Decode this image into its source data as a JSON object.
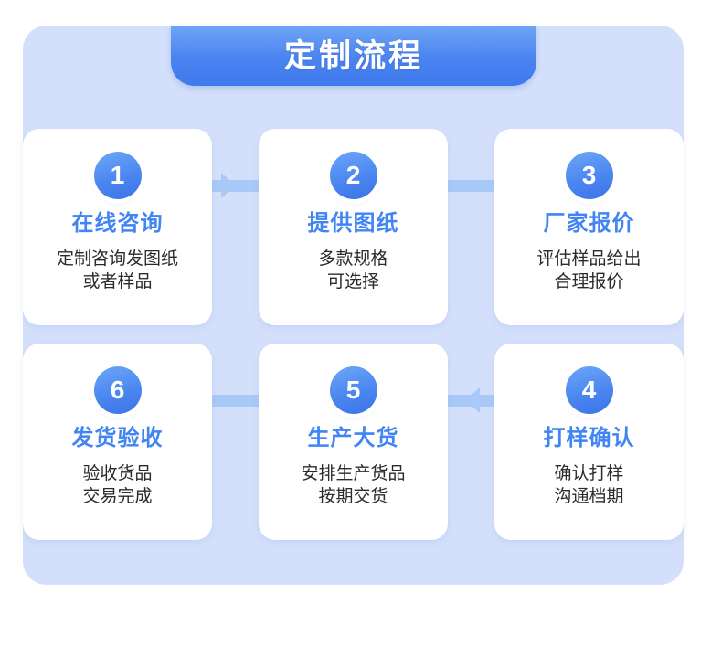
{
  "header": {
    "title": "定制流程",
    "banner_color": "#4b83ef",
    "title_color": "#ffffff"
  },
  "theme": {
    "page_background": "#ffffff",
    "panel_background": "#d4e0fb",
    "card_background": "#ffffff",
    "accent_blue": "#4184f4",
    "connector_blue": "#a9c9f8",
    "description_color": "#2b2b2b"
  },
  "flow": {
    "rows": [
      {
        "direction": "right",
        "steps": [
          {
            "number": "1",
            "title": "在线咨询",
            "desc": "定制咨询发图纸\n或者样品"
          },
          {
            "number": "2",
            "title": "提供图纸",
            "desc": "多款规格\n可选择"
          },
          {
            "number": "3",
            "title": "厂家报价",
            "desc": "评估样品给出\n合理报价"
          }
        ]
      },
      {
        "direction": "left",
        "steps": [
          {
            "number": "6",
            "title": "发货验收",
            "desc": "验收货品\n交易完成"
          },
          {
            "number": "5",
            "title": "生产大货",
            "desc": "安排生产货品\n按期交货"
          },
          {
            "number": "4",
            "title": "打样确认",
            "desc": "确认打样\n沟通档期"
          }
        ]
      }
    ]
  }
}
